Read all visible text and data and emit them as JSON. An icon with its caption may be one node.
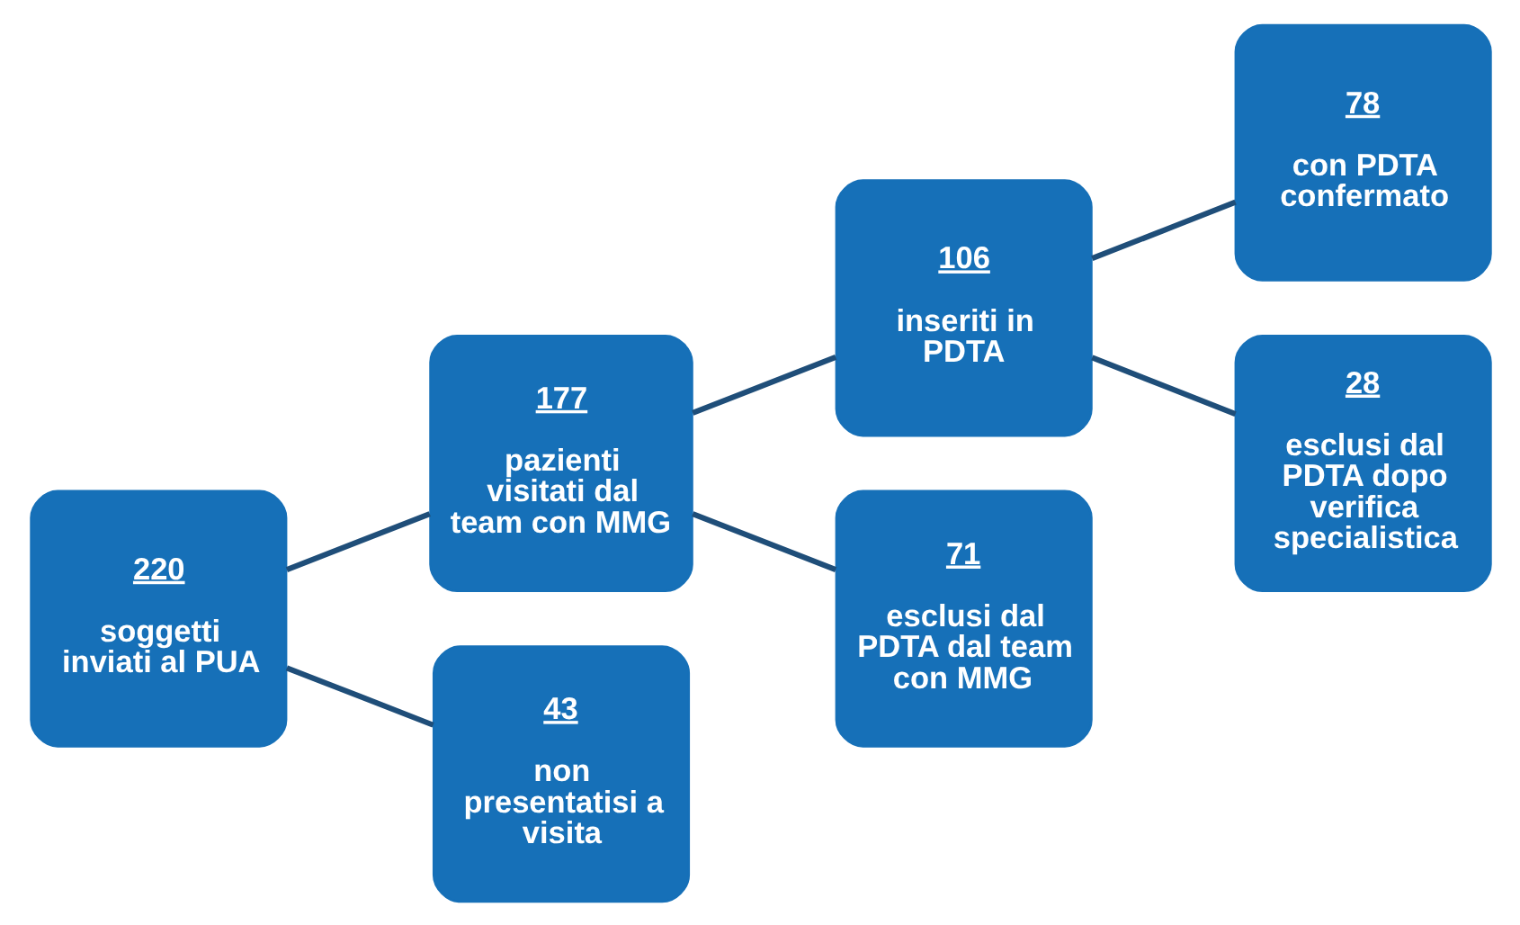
{
  "diagram": {
    "nodes": [
      {
        "text": [
          "220",
          "soggetti inviati al PUA"
        ]
      },
      {
        "text": [
          "177",
          "pazienti visitati dal team con MMG"
        ]
      },
      {
        "text": [
          "43",
          "non presentatisi a visita"
        ]
      },
      {
        "text": [
          "106",
          "inseriti in PDTA"
        ]
      },
      {
        "text": [
          "71",
          "esclusi dal PDTA dal team con MMG"
        ]
      },
      {
        "text": [
          "78",
          "con PDTA confermato"
        ]
      },
      {
        "text": [
          "28",
          "esclusi dal PDTA dopo verifica specialistica"
        ]
      }
    ],
    "edges": [
      {
        "from": 0,
        "to": 1,
        "arrow": "none"
      },
      {
        "from": 0,
        "to": 2,
        "arrow": "none"
      },
      {
        "from": 1,
        "to": 3,
        "arrow": "none"
      },
      {
        "from": 1,
        "to": 4,
        "arrow": "none"
      },
      {
        "from": 3,
        "to": 5,
        "arrow": "none"
      },
      {
        "from": 3,
        "to": 6,
        "arrow": "none"
      }
    ]
  }
}
